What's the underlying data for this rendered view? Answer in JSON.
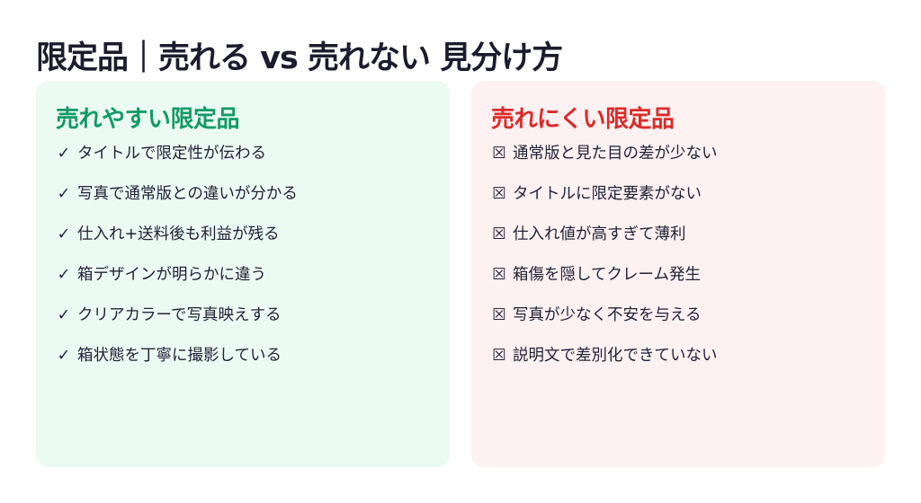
{
  "title": "限定品｜売れる vs 売れない 見分け方",
  "good": {
    "heading": "売れやすい限定品",
    "color": "#149a66",
    "mark": "✓",
    "items": [
      "タイトルで限定性が伝わる",
      "写真で通常版との違いが分かる",
      "仕入れ+送料後も利益が残る",
      "箱デザインが明らかに違う",
      "クリアカラーで写真映えする",
      "箱状態を丁寧に撮影している"
    ]
  },
  "bad": {
    "heading": "売れにくい限定品",
    "color": "#dc2a2a",
    "mark": "☒",
    "items": [
      "通常版と見た目の差が少ない",
      "タイトルに限定要素がない",
      "仕入れ値が高すぎて薄利",
      "箱傷を隠してクレーム発生",
      "写真が少なく不安を与える",
      "説明文で差別化できていない"
    ]
  }
}
